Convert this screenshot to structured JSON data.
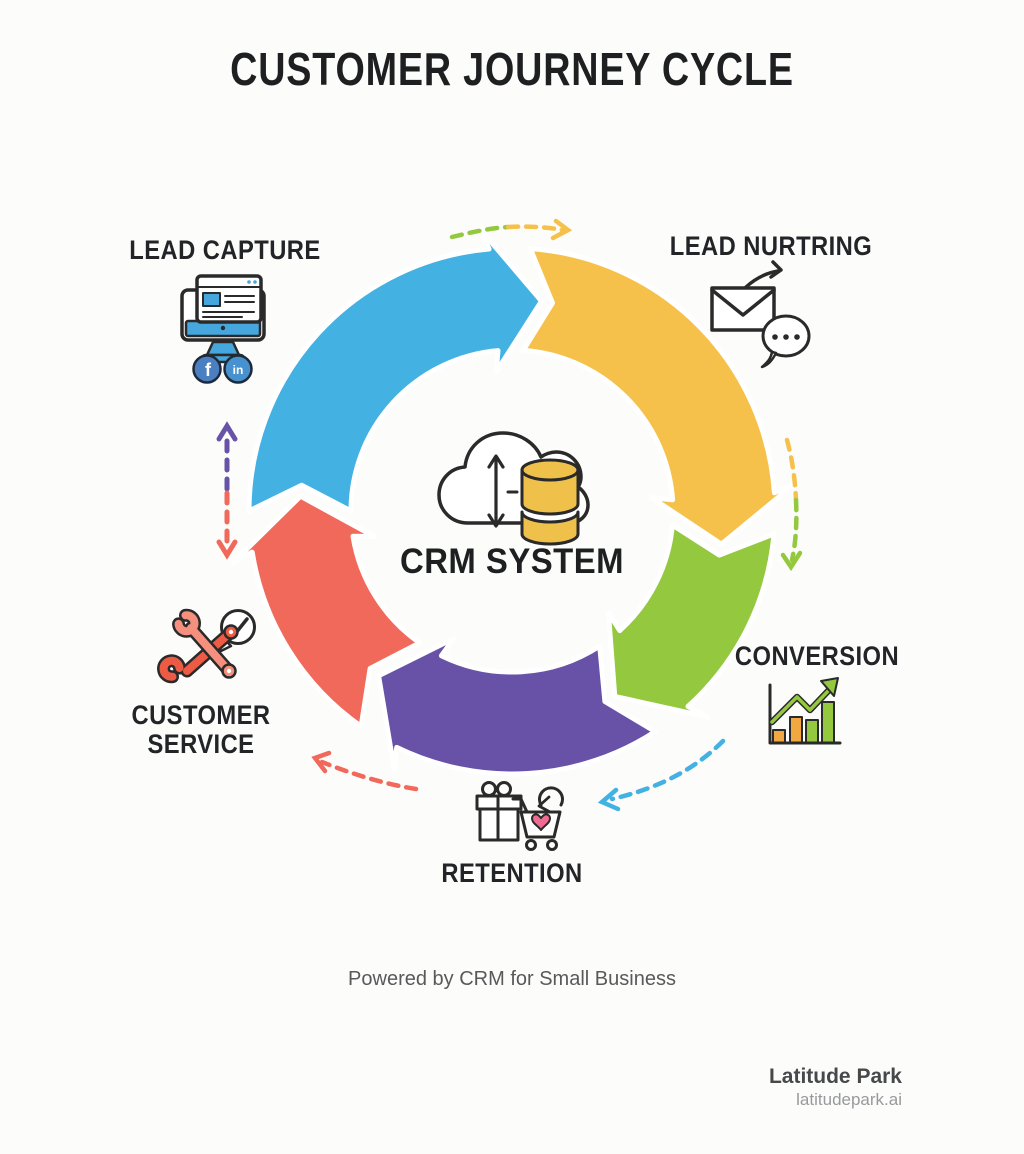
{
  "title": "CUSTOMER JOURNEY CYCLE",
  "center": {
    "label": "CRM SYSTEM",
    "icon": "cloud-database-sync"
  },
  "stages": [
    {
      "id": "lead-capture",
      "label": "LEAD CAPTURE",
      "color_key": "blue",
      "icon": "monitor-social",
      "arc": {
        "start": 270,
        "tip": 368
      }
    },
    {
      "id": "lead-nurturing",
      "label": "LEAD NURTRING",
      "color_key": "yellow",
      "icon": "email-chat",
      "arc": {
        "start": 4,
        "tip": 99
      }
    },
    {
      "id": "conversion",
      "label": "CONVERSION",
      "color_key": "green",
      "icon": "growth-chart",
      "arc": {
        "start": 95,
        "tip": 151
      }
    },
    {
      "id": "retention",
      "label": "RETENTION",
      "color_key": "purple",
      "icon": "gift-cart",
      "arc": {
        "start": 147,
        "tip": 219
      }
    },
    {
      "id": "customer-service",
      "label": "CUSTOMER SERVICE",
      "color_key": "coral",
      "icon": "wrench-support",
      "arc": {
        "start": 215,
        "tip": 274
      }
    }
  ],
  "icons": {
    "facebook_glyph": "f",
    "linkedin_glyph": "in"
  },
  "footer": {
    "powered_by": "Powered by CRM for Small Business"
  },
  "brand": {
    "name": "Latitude Park",
    "domain": "latitudepark.ai"
  },
  "colors": {
    "blue": "#44B1E3",
    "yellow": "#F5C14B",
    "green": "#94C83F",
    "purple": "#6852A7",
    "coral": "#F0695A",
    "orange": "#F2A840",
    "pink": "#F06A93",
    "db_yellow": "#EFC04A",
    "screen_blue": "#45A7DD",
    "fb_blue": "#4A7FC1",
    "li_blue": "#4691CE",
    "wrench_light": "#F5907E",
    "wrench_dark": "#EE5B45",
    "outline": "#2A2A2A"
  }
}
